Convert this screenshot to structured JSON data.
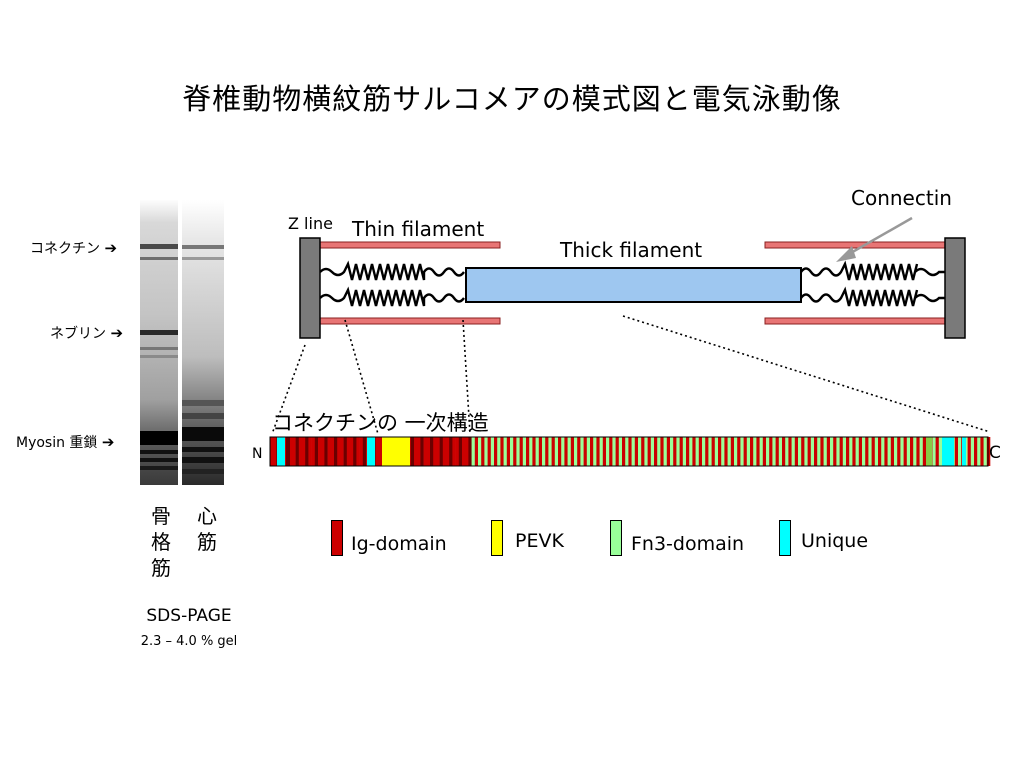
{
  "title": "脊椎動物横紋筋サルコメアの模式図と電気泳動像",
  "gel": {
    "band_labels": [
      "コネクチン",
      "ネブリン",
      "Myosin 重鎖"
    ],
    "lane_labels": [
      "骨格筋",
      "心筋"
    ],
    "method": "SDS-PAGE",
    "gel_spec": "2.3 – 4.0 % gel"
  },
  "sarcomere": {
    "z_line": "Z line",
    "thin_filament": "Thin filament",
    "thick_filament": "Thick filament",
    "connectin": "Connectin"
  },
  "primary_structure": {
    "label": "コネクチンの 一次構造",
    "n_terminus": "N",
    "c_terminus": "C"
  },
  "legend": [
    {
      "label": "Ig-domain",
      "color": "#cc0000"
    },
    {
      "label": "PEVK",
      "color": "#ffff00"
    },
    {
      "label": "Fn3-domain",
      "color": "#99ff99"
    },
    {
      "label": "Unique",
      "color": "#00ffff"
    }
  ],
  "colors": {
    "thin_filament": "#e87575",
    "thick_filament": "#9ec7f0",
    "z_disc": "#7a7a7a",
    "connectin_arrow": "#999999"
  }
}
